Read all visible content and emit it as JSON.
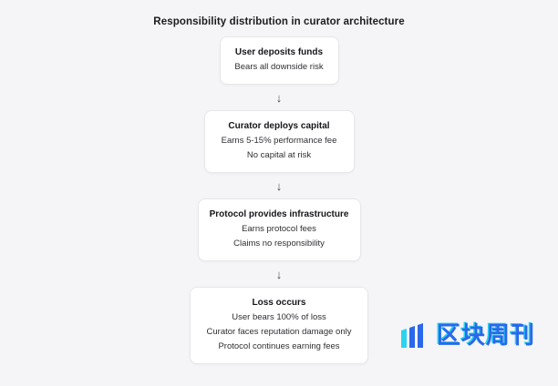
{
  "chart_data": {
    "type": "diagram",
    "title": "Responsibility distribution in curator architecture",
    "orientation": "vertical",
    "connector": "↓",
    "nodes": [
      {
        "id": "user-deposits-funds",
        "title": "User deposits funds",
        "lines": [
          "Bears all downside risk"
        ]
      },
      {
        "id": "curator-deploys-capital",
        "title": "Curator deploys capital",
        "lines": [
          "Earns 5-15% performance fee",
          "No capital at risk"
        ]
      },
      {
        "id": "protocol-provides-infrastructure",
        "title": "Protocol provides infrastructure",
        "lines": [
          "Earns protocol fees",
          "Claims no responsibility"
        ]
      },
      {
        "id": "loss-occurs",
        "title": "Loss occurs",
        "lines": [
          "User bears 100% of loss",
          "Curator faces reputation damage only",
          "Protocol continues earning fees"
        ]
      }
    ]
  },
  "watermark": {
    "text": "区块周刊",
    "logo_name": "three-bars-logo",
    "colors": {
      "cyan": "#22d3ee",
      "blue": "#2563eb"
    }
  },
  "theme": {
    "background": "#f5f5f7",
    "node_background": "#ffffff",
    "node_border": "#e7e7ea",
    "title_color": "#1c1c1e",
    "body_color": "#2e2f34"
  }
}
